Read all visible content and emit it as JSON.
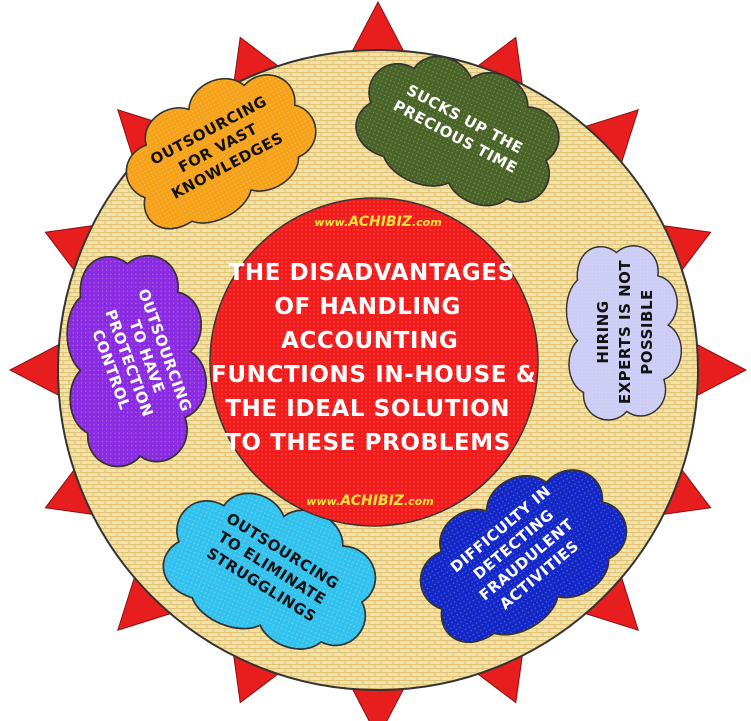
{
  "title_lines": [
    "THE DISADVANTAGES",
    "OF HANDLING",
    "ACCOUNTING",
    "FUNCTIONS IN-HOUSE &",
    "THE IDEAL SOLUTION",
    "TO THESE PROBLEMS"
  ],
  "website_top": {
    "prefix": "www.",
    "brand": "ACHIBIZ",
    "suffix": ".com"
  },
  "website_bottom": {
    "prefix": "www.",
    "brand": "ACHIBIZ",
    "suffix": ".com"
  },
  "colors": {
    "center": "#f21b1b",
    "ring": "#f3e2a6",
    "spikes": "#e81d1d",
    "outline": "#333333",
    "brand_text": "#ffe23c",
    "cloud_orange": "#f6a21a",
    "cloud_green": "#4a6327",
    "cloud_lavender": "#ccccf5",
    "cloud_blue": "#1428c8",
    "cloud_cyan": "#33c2ee",
    "cloud_purple": "#8a2be2"
  },
  "clouds": [
    {
      "id": "orange",
      "color": "cloud_orange",
      "text_color": "#111111",
      "lines": [
        "OUTSOURCING",
        "FOR VAST",
        "KNOWLEDGES"
      ]
    },
    {
      "id": "green",
      "color": "cloud_green",
      "text_color": "#ffffff",
      "lines": [
        "SUCKS UP THE",
        "PRECIOUS TIME"
      ]
    },
    {
      "id": "lavender",
      "color": "cloud_lavender",
      "text_color": "#111111",
      "lines": [
        "HIRING",
        "EXPERTS IS NOT",
        "POSSIBLE"
      ]
    },
    {
      "id": "blue",
      "color": "cloud_blue",
      "text_color": "#ffffff",
      "lines": [
        "DIFFICULTY IN",
        "DETECTING",
        "FRAUDULENT",
        "ACTIVITIES"
      ]
    },
    {
      "id": "cyan",
      "color": "cloud_cyan",
      "text_color": "#111111",
      "lines": [
        "OUTSOURCING",
        "TO ELIMINATE",
        "STRUGGLINGS"
      ]
    },
    {
      "id": "purple",
      "color": "cloud_purple",
      "text_color": "#ffffff",
      "lines": [
        "OUTSOURCING",
        "TO HAVE",
        "PROTECTION",
        "CONTROL"
      ]
    }
  ]
}
